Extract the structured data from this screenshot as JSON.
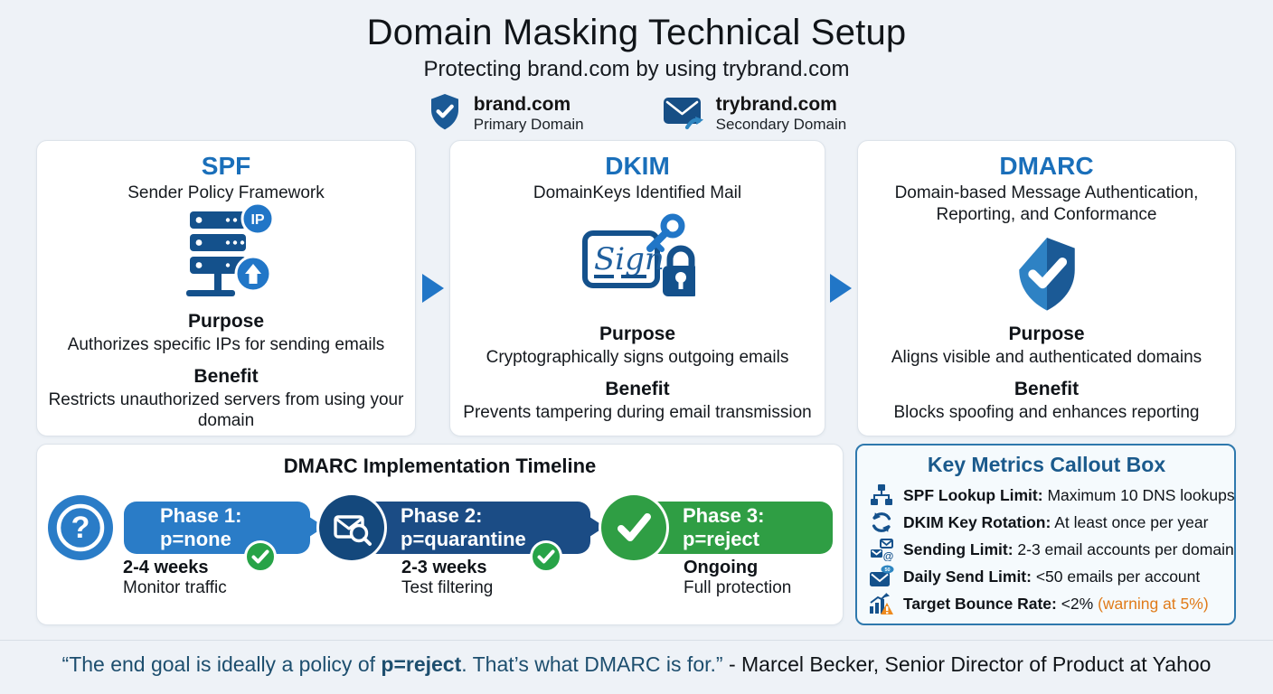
{
  "header": {
    "title": "Domain Masking Technical Setup",
    "subtitle": "Protecting brand.com by using trybrand.com",
    "primary_domain": {
      "domain": "brand.com",
      "label": "Primary Domain",
      "icon": "shield-check-icon"
    },
    "secondary_domain": {
      "domain": "trybrand.com",
      "label": "Secondary Domain",
      "icon": "envelope-forward-icon"
    }
  },
  "cards": [
    {
      "abbr": "SPF",
      "full_name": "Sender Policy Framework",
      "icon": "server-ip-icon",
      "purpose_label": "Purpose",
      "purpose": "Authorizes specific IPs for sending emails",
      "benefit_label": "Benefit",
      "benefit": "Restricts unauthorized servers from using your domain"
    },
    {
      "abbr": "DKIM",
      "full_name": "DomainKeys Identified Mail",
      "icon": "signature-key-lock-icon",
      "purpose_label": "Purpose",
      "purpose": "Cryptographically signs outgoing emails",
      "benefit_label": "Benefit",
      "benefit": "Prevents tampering during email transmission"
    },
    {
      "abbr": "DMARC",
      "full_name": "Domain-based Message Authentication, Reporting, and Conformance",
      "icon": "shield-check-icon",
      "purpose_label": "Purpose",
      "purpose": "Aligns visible and authenticated domains",
      "benefit_label": "Benefit",
      "benefit": "Blocks spoofing and enhances reporting"
    }
  ],
  "timeline": {
    "title": "DMARC Implementation Timeline",
    "phases": [
      {
        "name": "Phase 1:",
        "policy": "p=none",
        "duration": "2-4 weeks",
        "activity": "Monitor traffic",
        "icon": "question-circle-icon"
      },
      {
        "name": "Phase 2:",
        "policy": "p=quarantine",
        "duration": "2-3 weeks",
        "activity": "Test filtering",
        "icon": "mail-search-icon"
      },
      {
        "name": "Phase 3:",
        "policy": "p=reject",
        "duration": "Ongoing",
        "activity": "Full protection",
        "icon": "check-circle-icon"
      }
    ]
  },
  "metrics": {
    "title": "Key Metrics Callout Box",
    "items": [
      {
        "label": "SPF Lookup Limit:",
        "value": " Maximum 10 DNS lookups",
        "icon": "sitemap-icon"
      },
      {
        "label": "DKIM Key Rotation:",
        "value": " At least once per year",
        "icon": "rotate-icon"
      },
      {
        "label": "Sending Limit:",
        "value": " 2-3 email accounts per domain",
        "icon": "mail-accounts-icon"
      },
      {
        "label": "Daily Send Limit:",
        "value": " <50 emails per account",
        "icon": "mail-badge-icon"
      },
      {
        "label": "Target Bounce Rate:",
        "value": " <2% ",
        "warning": "(warning at 5%)",
        "icon": "bounce-chart-warning-icon"
      }
    ]
  },
  "quote": {
    "text_start": "“The end goal is ideally a policy of ",
    "highlight": "p=reject",
    "text_end": ". That’s what DMARC is for.”",
    "attribution": " - Marcel Becker, Senior Director of Product at Yahoo"
  },
  "colors": {
    "background": "#eef2f7",
    "accent_blue": "#1a6fba",
    "navy": "#14518c",
    "phase1_blue": "#2a7cc7",
    "phase2_navy": "#1b4c85",
    "phase3_green": "#2f9e44",
    "badge_green": "#27a347",
    "warning_orange": "#e07b1a",
    "metrics_border": "#2e78ad",
    "quote_navy": "#1d4e6e"
  }
}
